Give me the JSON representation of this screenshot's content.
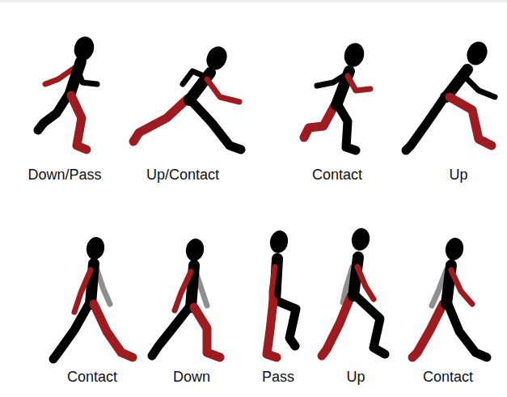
{
  "diagram": {
    "labels": [
      "Down/Pass",
      "Up/Contact",
      "Contact",
      "Up",
      "Contact",
      "Down",
      "Pass",
      "Up",
      "Contact"
    ]
  }
}
